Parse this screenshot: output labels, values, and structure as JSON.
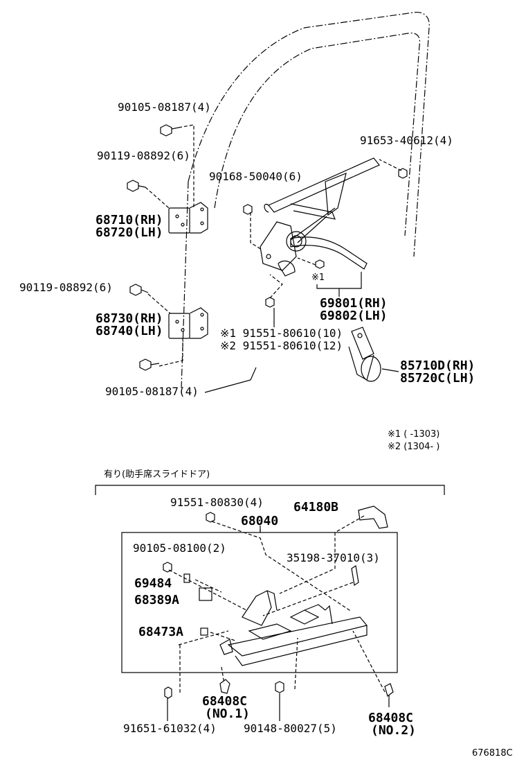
{
  "parts": {
    "p1": "90105-08187(4)",
    "p2": "90119-08892(6)",
    "p3": "68710(RH)",
    "p4": "68720(LH)",
    "p5": "90119-08892(6)",
    "p6": "68730(RH)",
    "p7": "68740(LH)",
    "p8": "90105-08187(4)",
    "p9": "90168-50040(6)",
    "p10": "91653-40612(4)",
    "p11": "※1",
    "p12": "69801(RH)",
    "p13": "69802(LH)",
    "p14": "※1 91551-80610(10)",
    "p15": "※2 91551-80610(12)",
    "p16": "85710D(RH)",
    "p17": "85720C(LH)",
    "p18": "91551-80830(4)",
    "p19": "64180B",
    "p20": "68040",
    "p21": "90105-08100(2)",
    "p22": "35198-37010(3)",
    "p23": "69484",
    "p24": "68389A",
    "p25": "68473A",
    "p26": "68408C",
    "p27": "(NO.1)",
    "p28": "91651-61032(4)",
    "p29": "90148-80027(5)",
    "p30": "68408C",
    "p31": "(NO.2)"
  },
  "notes": {
    "n1": "※1 (      -1303)",
    "n2": "※2 (1304-      )",
    "section_title": "有り(助手席スライドドア)",
    "diagram_code": "676818C"
  }
}
